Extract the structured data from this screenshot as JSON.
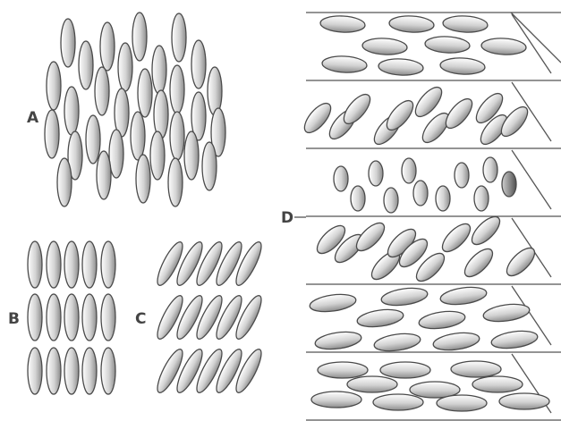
{
  "panels": {
    "A": {
      "label": "A"
    },
    "B": {
      "label": "B"
    },
    "C": {
      "label": "C"
    },
    "D": {
      "label": "D"
    }
  },
  "colors": {
    "outline": "#4a4a4a",
    "shade_light": "#ffffff",
    "shade_dark": "#9a9a9a",
    "highlight_molecule": "#6e6e6e"
  }
}
